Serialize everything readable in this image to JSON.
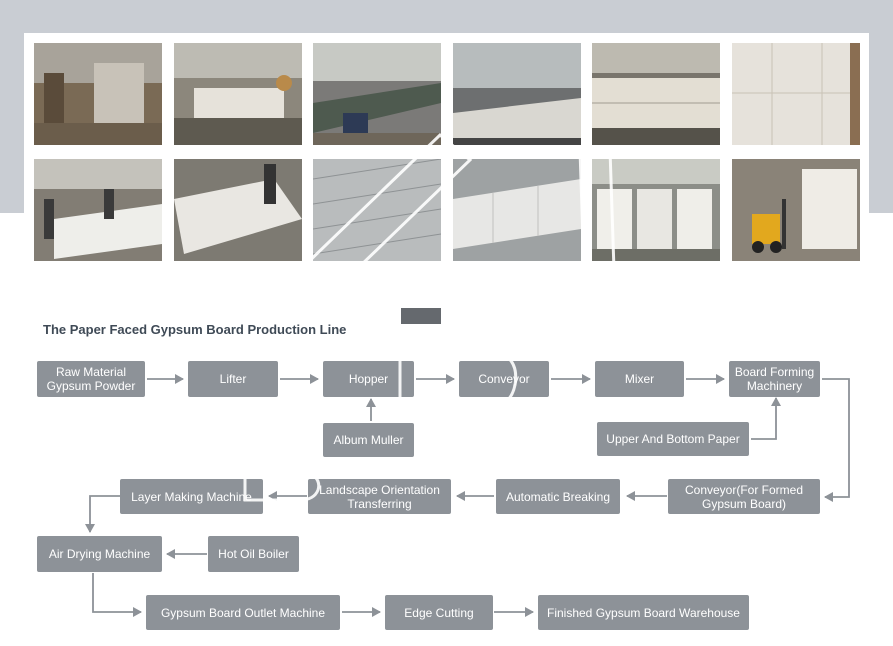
{
  "title": "The Paper Faced Gypsum Board Production Line",
  "photos": [
    {
      "name": "photo-factory-1"
    },
    {
      "name": "photo-factory-2"
    },
    {
      "name": "photo-factory-3"
    },
    {
      "name": "photo-factory-4"
    },
    {
      "name": "photo-factory-5"
    },
    {
      "name": "photo-board-stack-1"
    },
    {
      "name": "photo-workers-line"
    },
    {
      "name": "photo-forming-line"
    },
    {
      "name": "photo-ceiling-tiles-1"
    },
    {
      "name": "photo-ceiling-tiles-2"
    },
    {
      "name": "photo-warehouse"
    },
    {
      "name": "photo-forklift"
    }
  ],
  "steps": {
    "raw_material": "Raw Material\nGypsum Powder",
    "lifter": "Lifter",
    "hopper": "Hopper",
    "conveyor": "Conveyor",
    "mixer": "Mixer",
    "board_forming": "Board Forming\nMachinery",
    "album_muller": "Album Muller",
    "upper_bottom_paper": "Upper And Bottom Paper",
    "conveyor_formed": "Conveyor(For Formed\nGypsum Board)",
    "automatic_breaking": "Automatic Breaking",
    "landscape_transfer": "Landscape Orientation\nTransferring",
    "layer_making": "Layer Making Machine",
    "air_drying": "Air Drying Machine",
    "hot_oil_boiler": "Hot Oil Boiler",
    "outlet_machine": "Gypsum Board Outlet Machine",
    "edge_cutting": "Edge Cutting",
    "warehouse": "Finished Gypsum Board Warehouse"
  },
  "colors": {
    "box": "#8d9298",
    "arrow": "#8d9298",
    "band": "#c9cdd3",
    "title": "#3f4a56"
  }
}
